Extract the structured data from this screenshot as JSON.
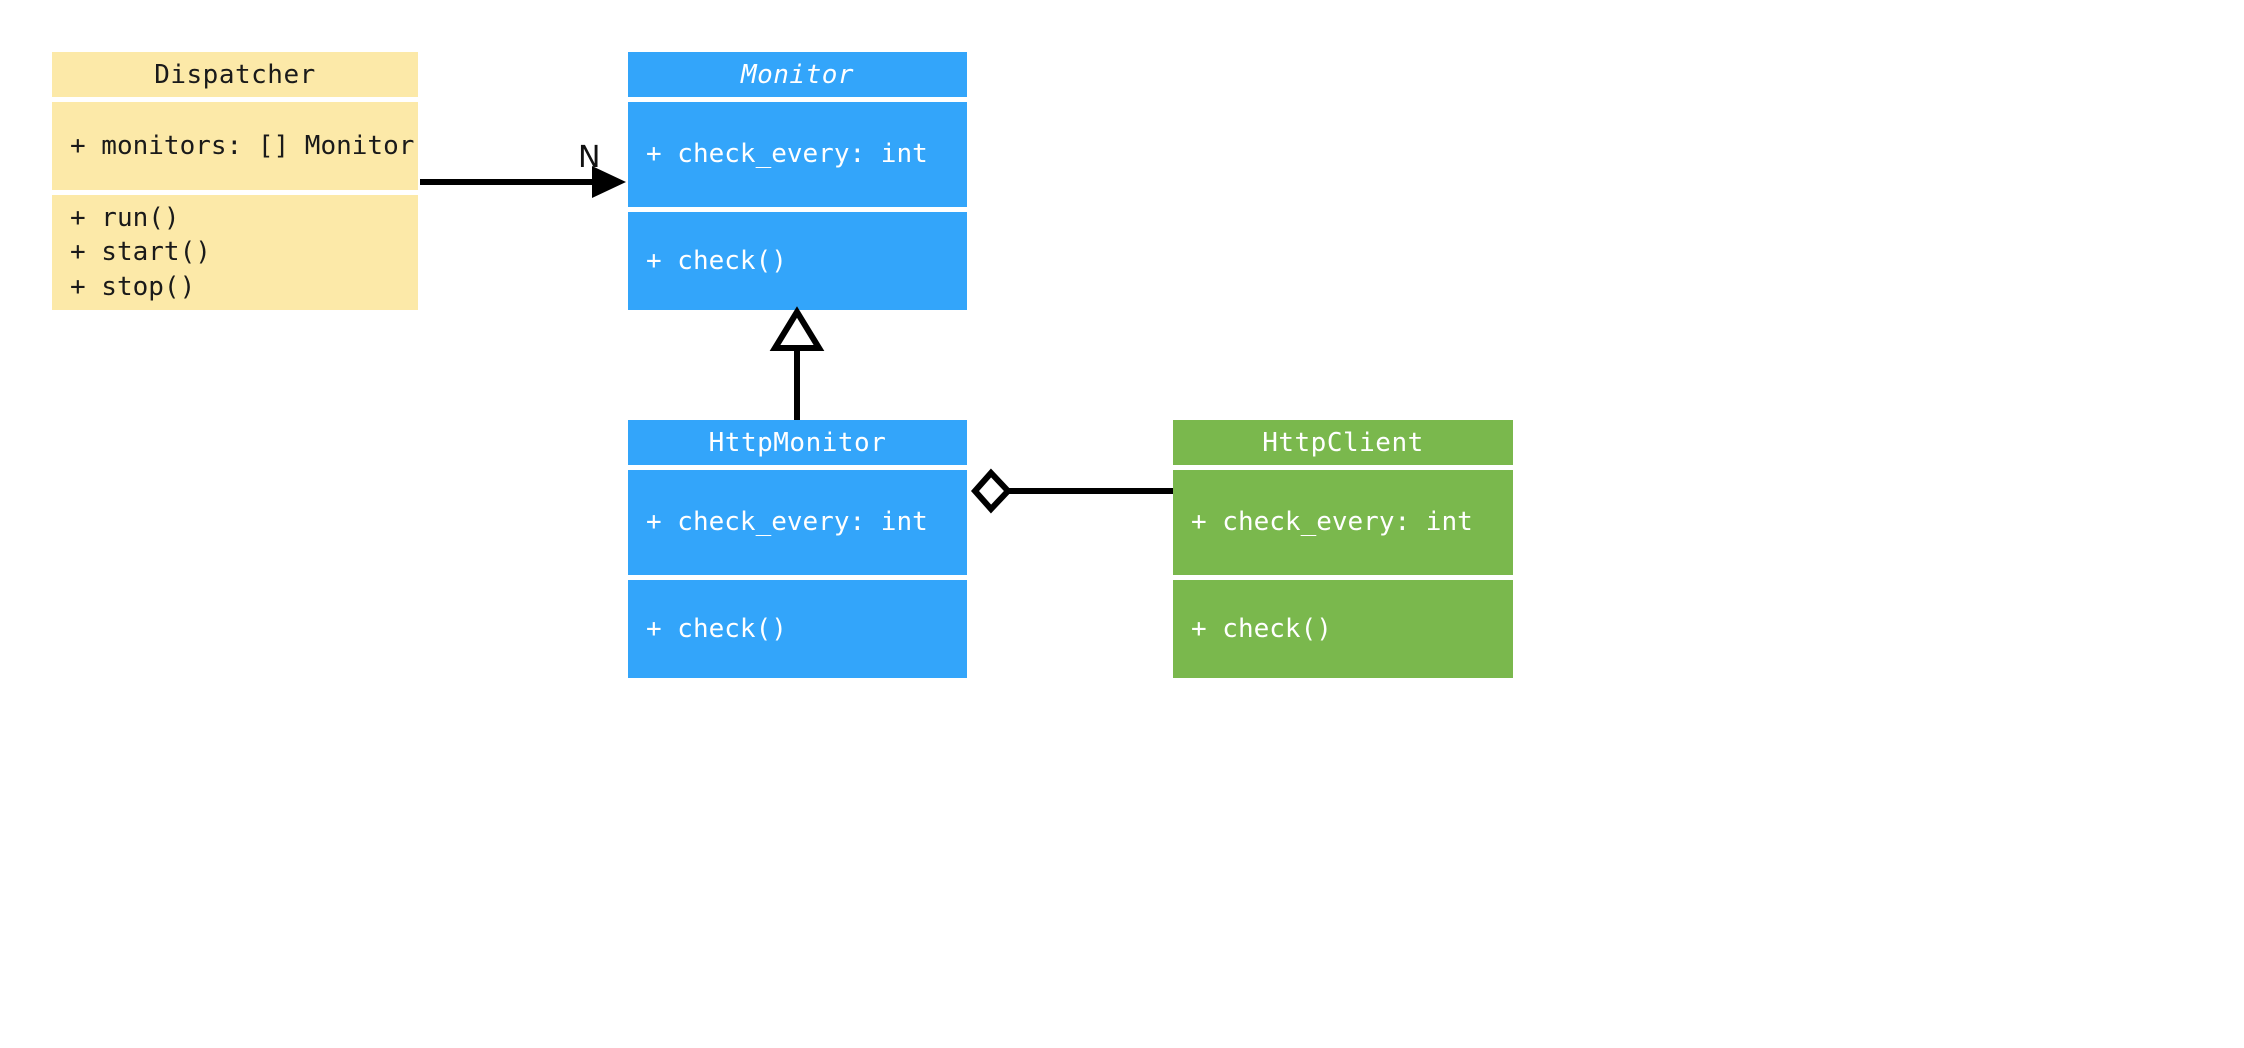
{
  "diagram": {
    "type": "uml-class-diagram",
    "background": "#ffffff",
    "classes": [
      {
        "id": "dispatcher",
        "name": "Dispatcher",
        "abstract": false,
        "fill": "#fce9a8",
        "text_color": "#1a1a1a",
        "attributes": [
          "+ monitors: [] Monitor"
        ],
        "methods": [
          "+ run()",
          "+ start()",
          "+ stop()"
        ]
      },
      {
        "id": "monitor",
        "name": "Monitor",
        "abstract": true,
        "fill": "#33a5fa",
        "text_color": "#ffffff",
        "attributes": [
          "+ check_every: int"
        ],
        "methods": [
          "+ check()"
        ]
      },
      {
        "id": "httpmonitor",
        "name": "HttpMonitor",
        "abstract": false,
        "fill": "#33a5fa",
        "text_color": "#ffffff",
        "attributes": [
          "+ check_every: int"
        ],
        "methods": [
          "+ check()"
        ]
      },
      {
        "id": "httpclient",
        "name": "HttpClient",
        "abstract": false,
        "fill": "#7ab84d",
        "text_color": "#ffffff",
        "attributes": [
          "+ check_every: int"
        ],
        "methods": [
          "+ check()"
        ]
      }
    ],
    "relationships": [
      {
        "id": "dispatcher-to-monitor",
        "kind": "association",
        "from": "Dispatcher",
        "to": "Monitor",
        "label": "N",
        "arrow": "filled-arrowhead",
        "line": "solid",
        "color": "#000000"
      },
      {
        "id": "httpmonitor-inherits-monitor",
        "kind": "generalization",
        "from": "HttpMonitor",
        "to": "Monitor",
        "label": "",
        "arrow": "hollow-triangle",
        "line": "solid",
        "color": "#000000"
      },
      {
        "id": "httpmonitor-aggregates-httpclient",
        "kind": "aggregation",
        "from": "HttpMonitor",
        "to": "HttpClient",
        "label": "",
        "arrow": "hollow-diamond",
        "line": "solid",
        "color": "#000000"
      }
    ]
  }
}
